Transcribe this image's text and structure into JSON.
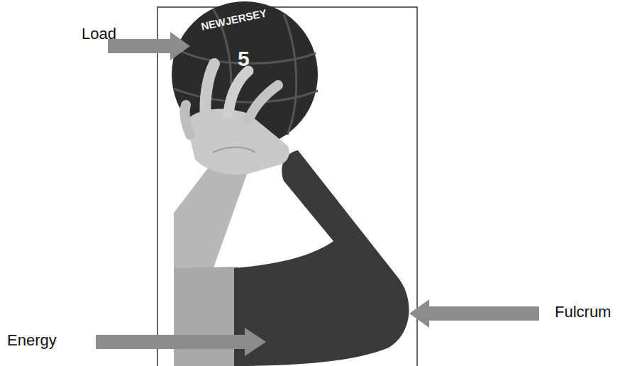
{
  "diagram": {
    "labels": [
      "Load",
      "NEWJERSEY",
      "5",
      "Fulcrum",
      "Energy"
    ]
  }
}
